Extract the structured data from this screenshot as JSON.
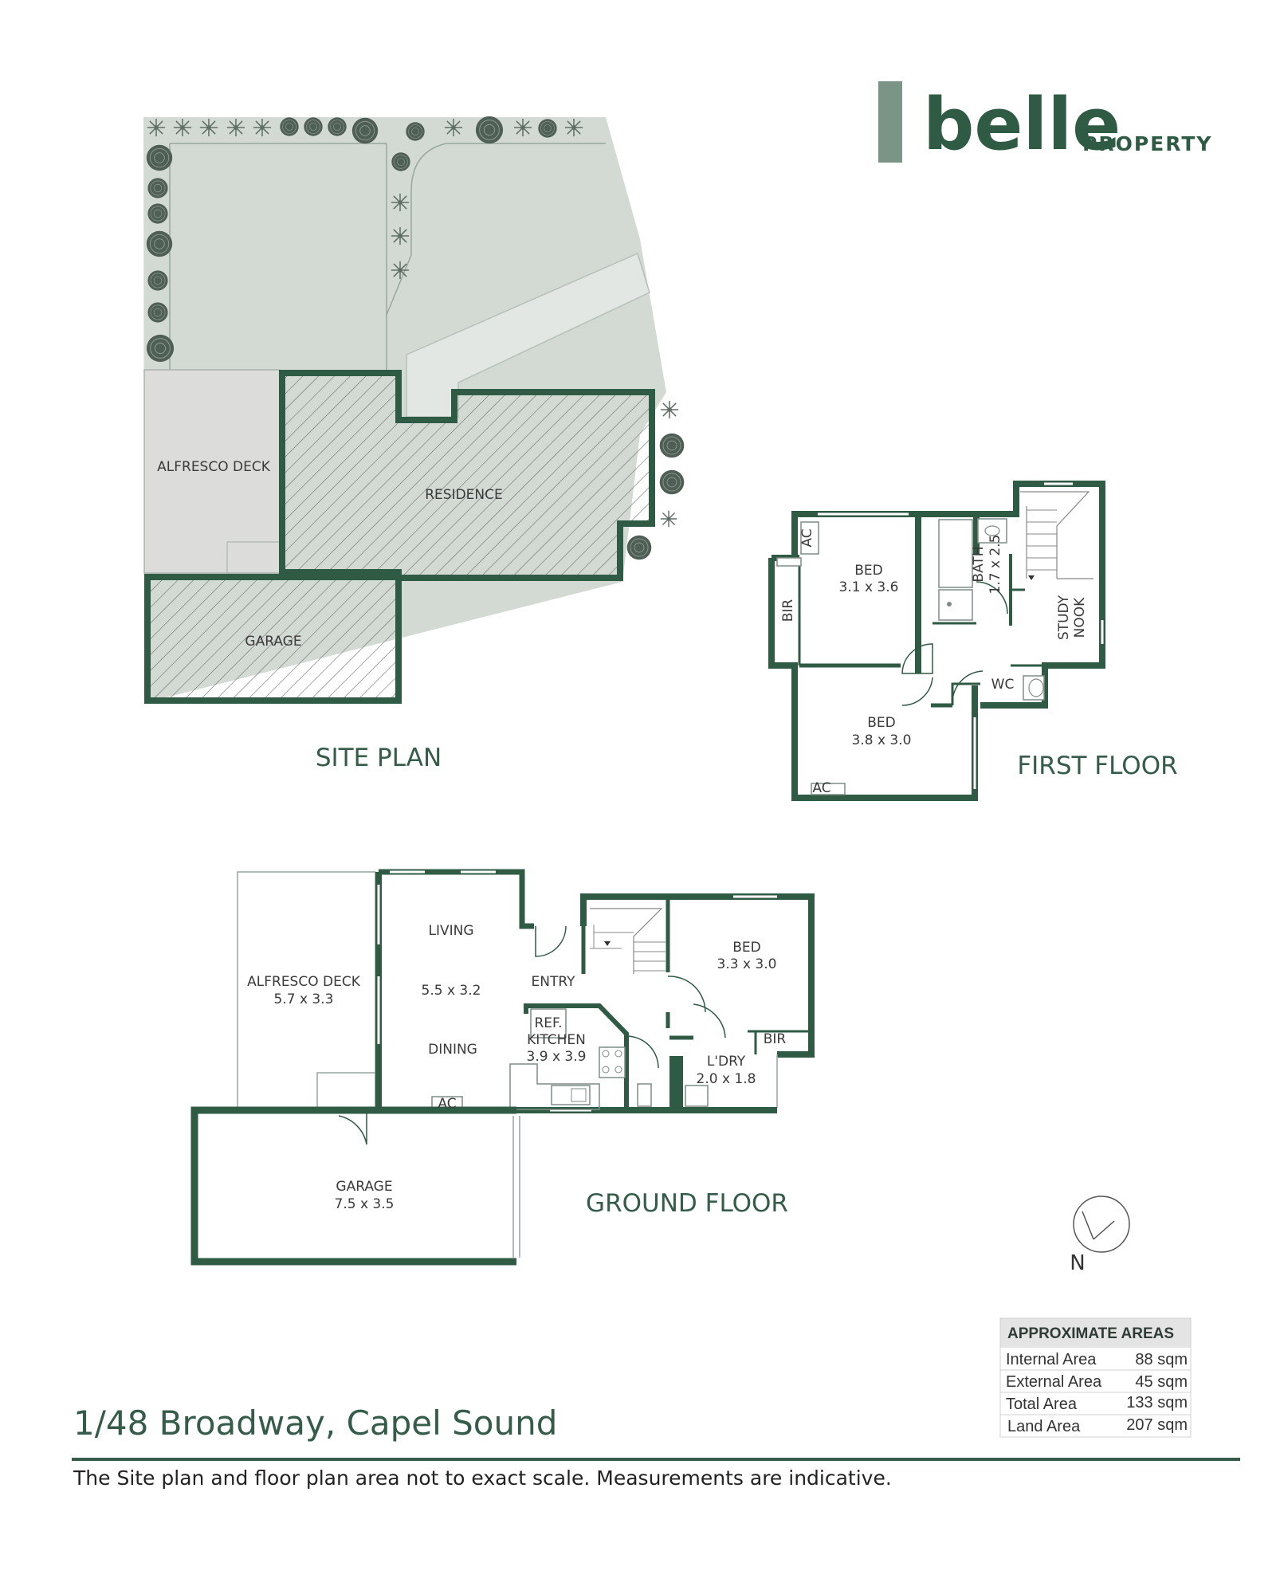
{
  "brand": {
    "name": "belle",
    "suffix": "PROPERTY",
    "color": "#2f5a44"
  },
  "site_plan": {
    "title": "SITE PLAN",
    "labels": {
      "alfresco": "ALFRESCO DECK",
      "residence": "RESIDENCE",
      "garage": "GARAGE"
    }
  },
  "first_floor": {
    "title": "FIRST FLOOR",
    "rooms": {
      "bed1_name": "BED",
      "bed1_dim": "3.1 x 3.6",
      "bed2_name": "BED",
      "bed2_dim": "3.8 x 3.0",
      "bath_name": "BATH",
      "bath_dim": "1.7 x 2.5",
      "study_l1": "STUDY",
      "study_l2": "NOOK",
      "wc": "WC",
      "bir": "BIR",
      "ac_top": "AC",
      "ac_bottom": "AC"
    }
  },
  "ground_floor": {
    "title": "GROUND FLOOR",
    "rooms": {
      "alfresco_name": "ALFRESCO DECK",
      "alfresco_dim": "5.7 x 3.3",
      "living": "LIVING",
      "living_dim": "5.5 x 3.2",
      "dining": "DINING",
      "entry": "ENTRY",
      "ref": "REF.",
      "kitchen": "KITCHEN",
      "kitchen_dim": "3.9 x 3.9",
      "bed_name": "BED",
      "bed_dim": "3.3 x 3.0",
      "bir": "BIR",
      "ldry": "L'DRY",
      "ldry_dim": "2.0 x 1.8",
      "garage_name": "GARAGE",
      "garage_dim": "7.5 x 3.5",
      "ac": "AC"
    }
  },
  "compass": {
    "label": "N"
  },
  "areas": {
    "header": "APPROXIMATE AREAS",
    "rows": [
      {
        "label": "Internal Area",
        "value": "88 sqm"
      },
      {
        "label": "External Area",
        "value": "45 sqm"
      },
      {
        "label": "Total Area",
        "value": "133 sqm"
      },
      {
        "label": "Land Area",
        "value": "207 sqm"
      }
    ]
  },
  "address": "1/48 Broadway, Capel Sound",
  "disclaimer": "The Site plan and floor plan area not to exact scale. Measurements are indicative."
}
